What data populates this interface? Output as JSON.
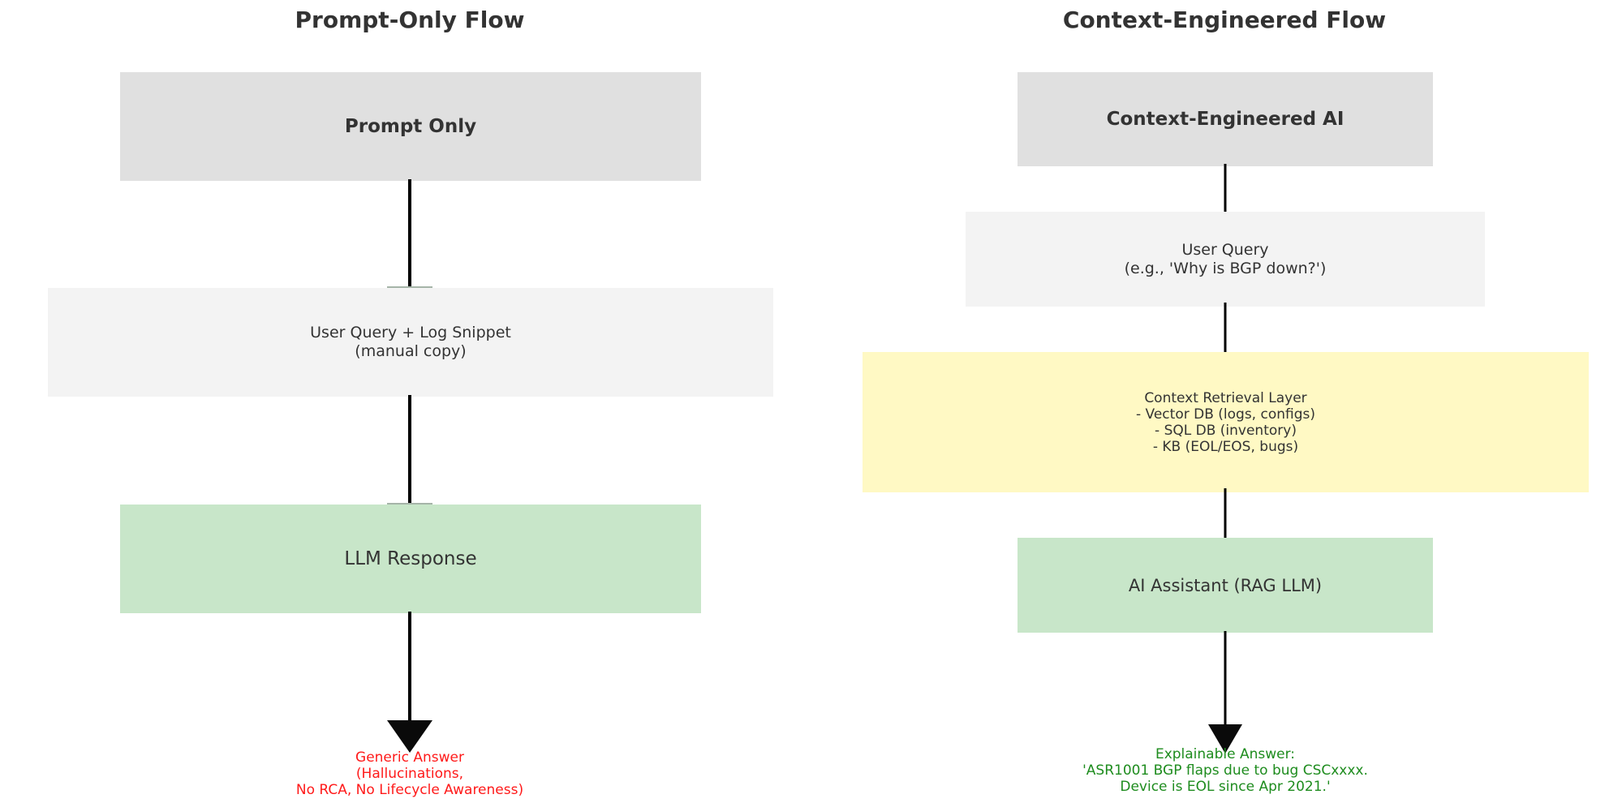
{
  "left_flow": {
    "title": "Prompt-Only Flow",
    "nodes": [
      {
        "label": "Prompt Only",
        "fill": "#e0e0e0"
      },
      {
        "label": "User Query + Log Snippet\n(manual copy)",
        "fill": "#f3f3f3"
      },
      {
        "label": "LLM Response",
        "fill": "#c8e6c9"
      }
    ],
    "result": {
      "text": "Generic Answer\n(Hallucinations,\nNo RCA, No Lifecycle Awareness)",
      "color": "#ff1a1a"
    }
  },
  "right_flow": {
    "title": "Context-Engineered Flow",
    "nodes": [
      {
        "label": "Context-Engineered AI",
        "fill": "#e0e0e0"
      },
      {
        "label": "User Query\n(e.g., 'Why is BGP down?')",
        "fill": "#f3f3f3"
      },
      {
        "label": "Context Retrieval Layer\n- Vector DB (logs, configs)\n- SQL DB (inventory)\n- KB (EOL/EOS, bugs)",
        "fill": "#fff9c4"
      },
      {
        "label": "AI Assistant (RAG LLM)",
        "fill": "#c8e6c9"
      }
    ],
    "result": {
      "text": "Explainable Answer:\n'ASR1001 BGP flaps due to bug CSCxxxx.\nDevice is EOL since Apr 2021.'",
      "color": "#1e8c1e"
    }
  }
}
